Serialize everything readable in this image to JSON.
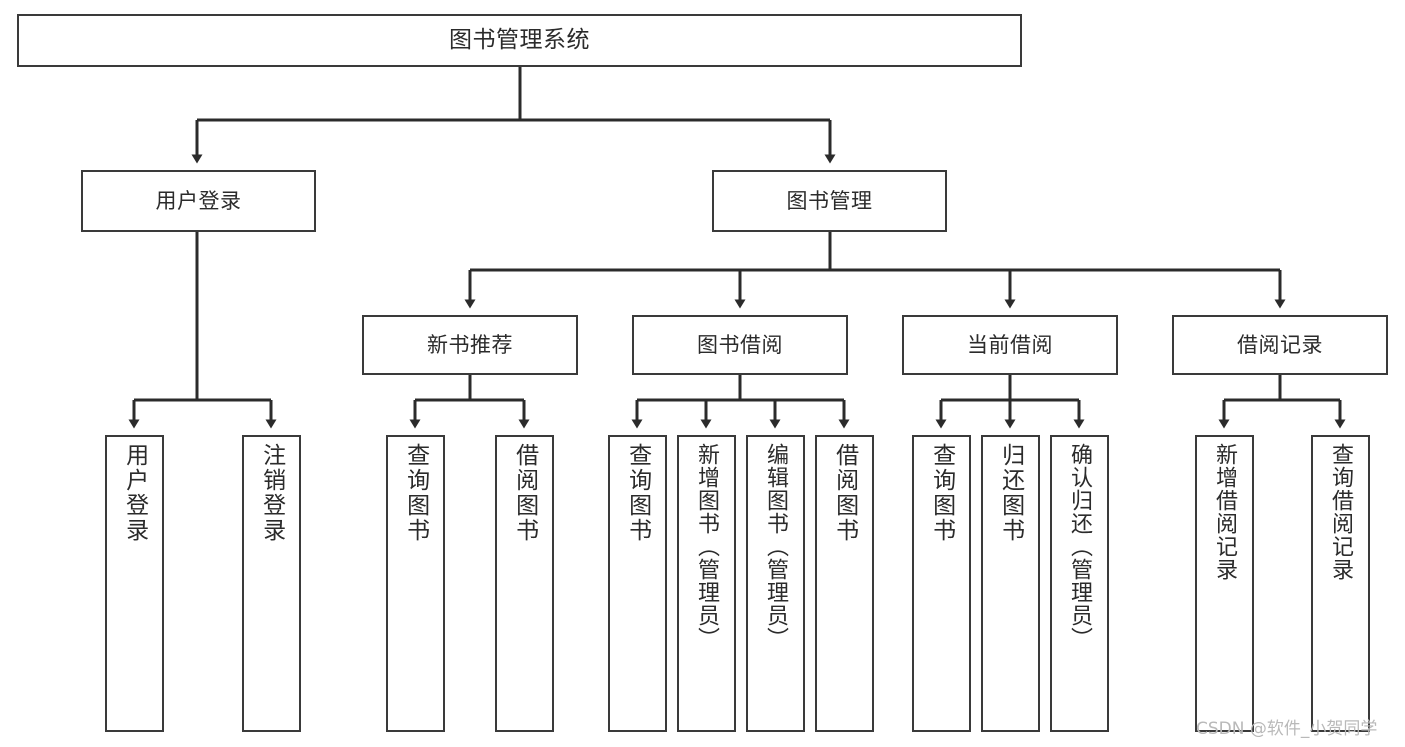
{
  "diagram": {
    "type": "tree",
    "title": "图书管理系统",
    "style": {
      "box_fill": "#ffffff",
      "box_stroke": "#3a3a3a",
      "edge_color": "#2b2b2b",
      "text_color": "#2b2b2b",
      "background": "#ffffff"
    },
    "levels": 4
  },
  "nodes": {
    "root": {
      "label": "图书管理系统"
    },
    "level2": [
      {
        "label": "用户登录"
      },
      {
        "label": "图书管理"
      }
    ],
    "level3": [
      {
        "label": "新书推荐"
      },
      {
        "label": "图书借阅"
      },
      {
        "label": "当前借阅"
      },
      {
        "label": "借阅记录"
      }
    ],
    "leaves": {
      "user_login": [
        {
          "label": "用户登录"
        },
        {
          "label": "注销登录"
        }
      ],
      "new_book_recommend": [
        {
          "label": "查询图书"
        },
        {
          "label": "借阅图书"
        }
      ],
      "book_borrow": [
        {
          "label": "查询图书"
        },
        {
          "label": "新增图书（管理员）"
        },
        {
          "label": "编辑图书（管理员）"
        },
        {
          "label": "借阅图书"
        }
      ],
      "current_borrow": [
        {
          "label": "查询图书"
        },
        {
          "label": "归还图书"
        },
        {
          "label": "确认归还（管理员）"
        }
      ],
      "borrow_record": [
        {
          "label": "新增借阅记录"
        },
        {
          "label": "查询借阅记录"
        }
      ]
    }
  },
  "watermark": {
    "text": "CSDN @软件_小贺同学"
  }
}
